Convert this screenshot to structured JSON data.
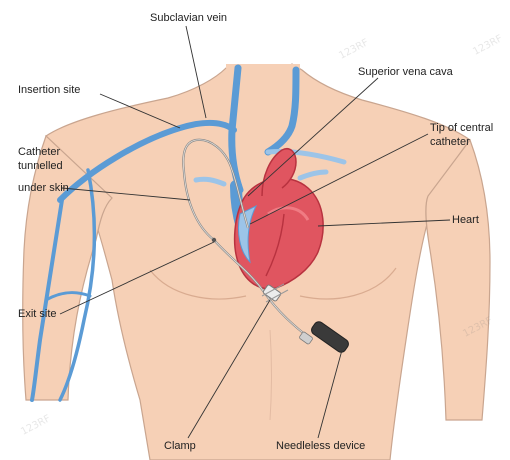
{
  "labels": {
    "subclavian_vein": "Subclavian vein",
    "insertion_site": "Insertion site",
    "superior_vena_cava": "Superior vena cava",
    "tip_of_central_catheter_line1": "Tip of central",
    "tip_of_central_catheter_line2": "catheter",
    "catheter_tunnelled_line1": "Catheter",
    "catheter_tunnelled_line2": "tunnelled",
    "catheter_tunnelled_line3": "under skin",
    "heart": "Heart",
    "exit_site": "Exit site",
    "clamp": "Clamp",
    "needleless_device": "Needleless device"
  },
  "watermark": "123RF",
  "colors": {
    "skin": "#f6d0b6",
    "skin_outline": "#c9a58f",
    "vein": "#5b9bd5",
    "vein_light": "#9cc4e8",
    "heart": "#e05560",
    "heart_dark": "#b8323f",
    "heart_light": "#f07b83",
    "catheter": "#8c8c8c",
    "device": "#3a3a3a",
    "leader": "#333333"
  }
}
